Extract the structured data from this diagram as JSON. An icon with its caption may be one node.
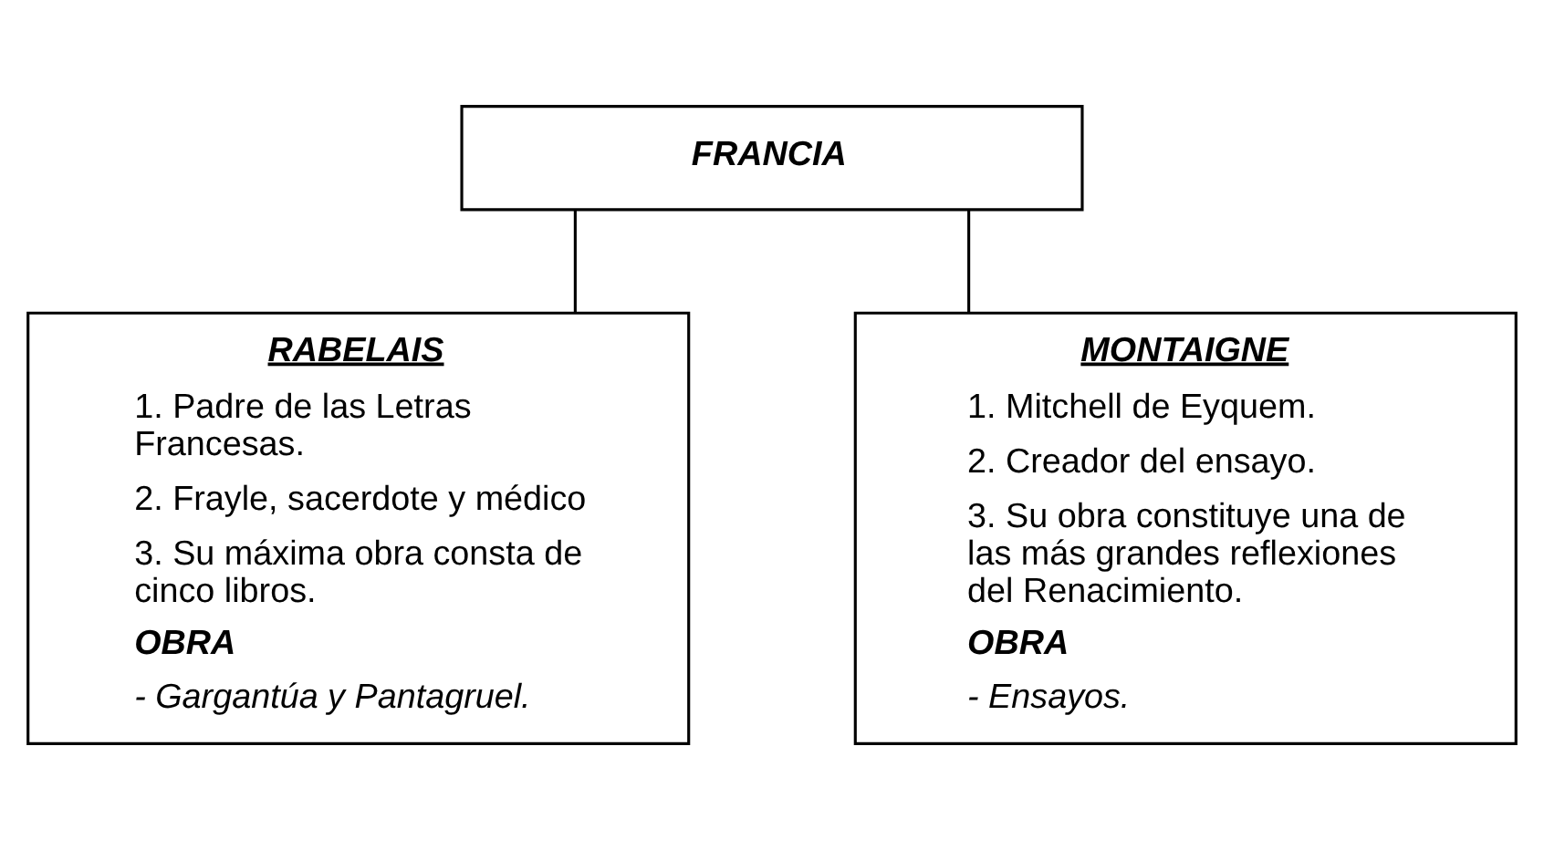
{
  "diagram": {
    "nodes": [
      {
        "text": [
          "FRANCIA"
        ]
      },
      {
        "text": [
          "RABELAIS",
          "1. Padre de las Letras Francesas.",
          "2. Frayle, sacerdote y médico",
          "3. Su máxima obra consta de cinco libros.",
          "OBRA",
          "- Gargantúa y Pantagruel."
        ]
      },
      {
        "text": [
          "MONTAIGNE",
          "1. Mitchell de Eyquem.",
          "2. Creador del ensayo.",
          "3. Su obra constituye una de las más grandes reflexiones del Renacimiento.",
          "OBRA",
          "- Ensayos."
        ]
      }
    ],
    "edges": [
      {
        "from": 0,
        "to": 1,
        "arrow": "none"
      },
      {
        "from": 0,
        "to": 2,
        "arrow": "none"
      }
    ]
  }
}
